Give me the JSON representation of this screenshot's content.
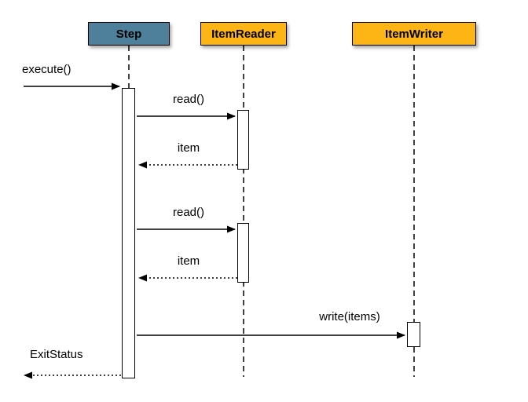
{
  "diagram": {
    "type": "uml-sequence-diagram",
    "colors": {
      "step_header": "#4e7f9b",
      "reader_header": "#fcb515",
      "writer_header": "#fcb515",
      "line": "#000000",
      "background": "#ffffff"
    },
    "lifelines": [
      {
        "label": "Step"
      },
      {
        "label": "ItemReader"
      },
      {
        "label": "ItemWriter"
      }
    ],
    "messages": [
      {
        "label": "execute()",
        "type": "solid",
        "from": "caller",
        "to": "Step"
      },
      {
        "label": "read()",
        "type": "solid",
        "from": "Step",
        "to": "ItemReader"
      },
      {
        "label": "item",
        "type": "dotted",
        "from": "ItemReader",
        "to": "Step"
      },
      {
        "label": "read()",
        "type": "solid",
        "from": "Step",
        "to": "ItemReader"
      },
      {
        "label": "item",
        "type": "dotted",
        "from": "ItemReader",
        "to": "Step"
      },
      {
        "label": "write(items)",
        "type": "solid",
        "from": "Step",
        "to": "ItemWriter"
      },
      {
        "label": "ExitStatus",
        "type": "dotted",
        "from": "Step",
        "to": "caller"
      }
    ]
  }
}
